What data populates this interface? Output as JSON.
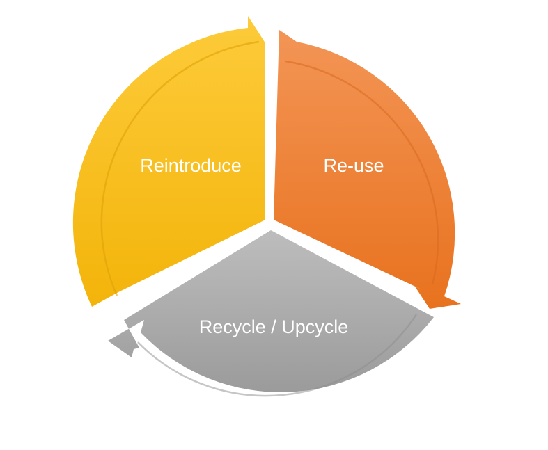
{
  "diagram": {
    "segments": [
      {
        "id": "reuse",
        "label": "Re-use",
        "color_light": "#F39556",
        "color_dark": "#E8721E"
      },
      {
        "id": "recycle",
        "label": "Recycle / Upcycle",
        "color_light": "#BDBDBD",
        "color_dark": "#9B9B9B"
      },
      {
        "id": "reintroduce",
        "label": "Reintroduce",
        "color_light": "#FDCB3A",
        "color_dark": "#F3B40A"
      }
    ]
  }
}
